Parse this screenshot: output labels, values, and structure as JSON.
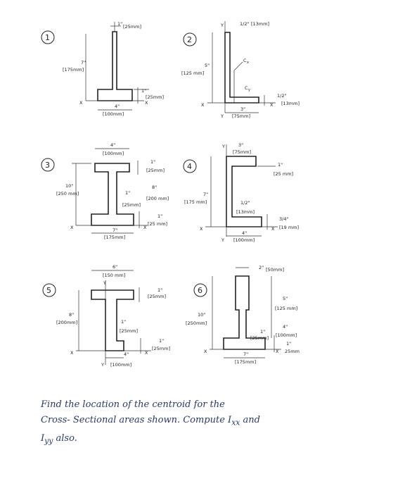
{
  "fig1": {
    "number": "1",
    "labels": {
      "flange_top_t": "1\"",
      "flange_top_t_mm": "[25mm]",
      "web_height": "7\"",
      "web_height_mm": "[175mm]",
      "base_t_mm": "[25mm]",
      "base_w": "4\"",
      "base_w_mm": "[100mm]",
      "axis_x": "X",
      "axis_x2": "X"
    }
  },
  "fig2": {
    "number": "2",
    "labels": {
      "top_t": "1/2\"",
      "top_t_mm": "[13mm]",
      "height": "5\"",
      "height_mm": "[125 mm]",
      "cx": "C",
      "cx_sub": "x",
      "cy": "C",
      "cy_sub": "y",
      "base_t": "1/2\"",
      "base_t_mm": "[13mm]",
      "base_w": "3\"",
      "base_w_mm": "[75mm]",
      "axis_y": "Y",
      "axis_y2": "Y",
      "axis_x": "X",
      "axis_x2": "X"
    }
  },
  "fig3": {
    "number": "3",
    "labels": {
      "top_w": "4\"",
      "top_w_mm": "[100mm]",
      "top_t": "1\"",
      "top_t_mm": "[25mm]",
      "total_h": "10\"",
      "total_h_mm": "[250 mm]",
      "web_t": "1\"",
      "web_t_mm": "[25mm]",
      "web_h": "8\"",
      "web_h_mm": "[200 mm]",
      "bot_t": "1\"",
      "bot_t_mm": "[25 mm]",
      "bot_w": "7\"",
      "bot_w_mm": "[175mm]",
      "axis_x": "X",
      "axis_x2": "X"
    }
  },
  "fig4": {
    "number": "4",
    "labels": {
      "top_w": "3\"",
      "top_w_mm": "[75mm]",
      "top_t": "1\"",
      "top_t_mm": "[25 mm]",
      "height": "7\"",
      "height_mm": "[175 mm]",
      "web_t": "1/2\"",
      "web_t_mm": "[13mm]",
      "base_t": "3/4\"",
      "base_t_mm": "[19 mm]",
      "base_w": "4\"",
      "base_w_mm": "[100mm]",
      "axis_y": "Y",
      "axis_y2": "Y",
      "axis_x": "X",
      "axis_x2": "X"
    }
  },
  "fig5": {
    "number": "5",
    "labels": {
      "top_w": "6\"",
      "top_w_mm": "[150 mm]",
      "top_t": "1\"",
      "top_t_mm": "[25mm]",
      "height": "8\"",
      "height_mm": "[200mm]",
      "web_t": "1\"",
      "web_t_mm": "[25mm]",
      "bot_t": "1\"",
      "bot_t_mm": "[25mm]",
      "bot_w": "4\"",
      "bot_w_mm": "[100mm]",
      "axis_y": "Y",
      "axis_y2": "Y",
      "axis_x": "X",
      "axis_x2": "X"
    }
  },
  "fig6": {
    "number": "6",
    "labels": {
      "top_w": "2\"",
      "top_w_mm": "[50mm]",
      "upper_h": "5\"",
      "upper_h_mm": "[125 mm]",
      "total_h": "10\"",
      "total_h_mm": "[250mm]",
      "web_t": "1\"",
      "web_t_mm": "[25mm]",
      "lower_h": "4\"",
      "lower_h_mm": "[100mm]",
      "bot_t": "1\"",
      "bot_t_mm": "25mm",
      "bot_w": "7\"",
      "bot_w_mm": "[175mm]",
      "axis_x": "X",
      "axis_x2": "X"
    }
  },
  "problem": {
    "line1": "Find  the  location  of  the  centroid  for  the",
    "line2": "Cross- Sectional  areas  shown.  Compute  I",
    "line2_sub": "xx",
    "line2_end": "  and",
    "line3": "I",
    "line3_sub": "yy",
    "line3_end": "  also."
  }
}
